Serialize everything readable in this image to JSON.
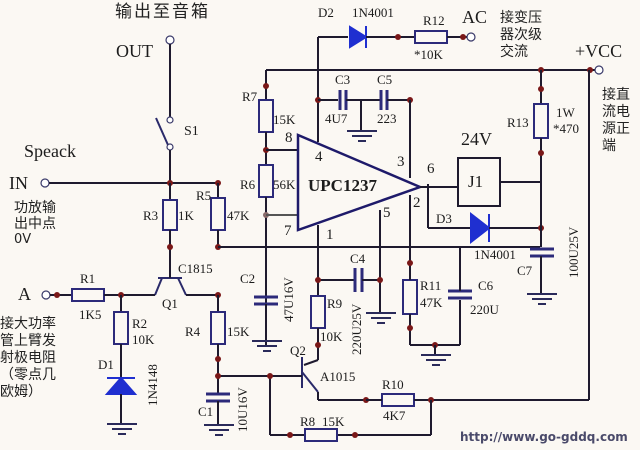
{
  "title": "输出至音箱",
  "terminals": {
    "out": "OUT",
    "in": "IN",
    "ac": "AC",
    "vcc": "+VCC",
    "a": "A",
    "speack": "Speack"
  },
  "notes": {
    "ac_note": [
      "接变压",
      "器次级",
      "交流"
    ],
    "vcc_note": [
      "接直",
      "流电",
      "源正",
      "端"
    ],
    "in_note": [
      "功放输",
      "出中点",
      "0V"
    ],
    "a_note": [
      "接大功率",
      "管上臂发",
      "射极电阻",
      "（零点几",
      "欧姆）"
    ]
  },
  "components": {
    "S1": "S1",
    "D2": {
      "ref": "D2",
      "value": "1N4001"
    },
    "R12": {
      "ref": "R12",
      "value": "*10K"
    },
    "R7": {
      "ref": "R7",
      "value": "15K"
    },
    "R6": {
      "ref": "R6",
      "value": "56K"
    },
    "R5": {
      "ref": "R5",
      "value": "47K"
    },
    "R3": {
      "ref": "R3",
      "value": "1K"
    },
    "R1": {
      "ref": "R1",
      "value": "1K5"
    },
    "R2": {
      "ref": "R2",
      "value": "10K"
    },
    "R4": {
      "ref": "R4",
      "value": "15K"
    },
    "R9": {
      "ref": "R9",
      "value": "10K"
    },
    "R11": {
      "ref": "R11",
      "value": "47K"
    },
    "R13": {
      "ref": "R13",
      "value": "1W",
      "value2": "*470"
    },
    "R10": {
      "ref": "R10",
      "value": "4K7"
    },
    "R8": {
      "ref": "R8",
      "value": "15K"
    },
    "C3": {
      "ref": "C3",
      "value": "4U7"
    },
    "C5": {
      "ref": "C5",
      "value": "223"
    },
    "C2": {
      "ref": "C2",
      "value": "47U16V"
    },
    "C4": {
      "ref": "C4",
      "value": "220U25V"
    },
    "C6": {
      "ref": "C6",
      "value": "220U"
    },
    "C7": {
      "ref": "C7",
      "value": "100U25V"
    },
    "C1": {
      "ref": "C1",
      "value": "10U16V"
    },
    "D1": {
      "ref": "D1",
      "value": "1N4148"
    },
    "D3": {
      "ref": "D3",
      "value": "1N4001"
    },
    "Q1": {
      "ref": "Q1",
      "value": "C1815"
    },
    "Q2": {
      "ref": "Q2",
      "value": "A1015"
    },
    "J1": {
      "ref": "J1",
      "value": "24V"
    },
    "IC": {
      "ref": "UPC1237",
      "pins": [
        "8",
        "4",
        "3",
        "6",
        "2",
        "5",
        "1",
        "7"
      ]
    }
  },
  "watermark": "http://www.go-gddq.com"
}
